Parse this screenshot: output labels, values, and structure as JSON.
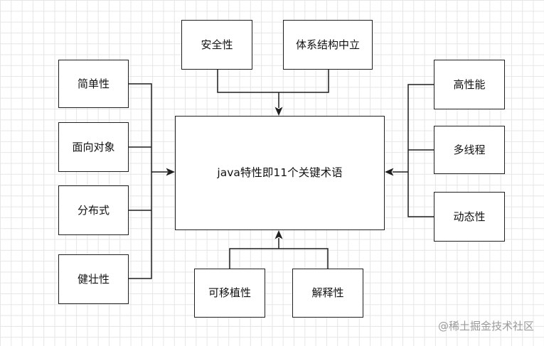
{
  "center": {
    "label": "java特性即11个关键术语"
  },
  "top_nodes": [
    "安全性",
    "体系结构中立"
  ],
  "left_nodes": [
    "简单性",
    "面向对象",
    "分布式",
    "健壮性"
  ],
  "right_nodes": [
    "高性能",
    "多线程",
    "动态性"
  ],
  "bottom_nodes": [
    "可移植性",
    "解释性"
  ],
  "watermark": "@稀土掘金技术社区"
}
